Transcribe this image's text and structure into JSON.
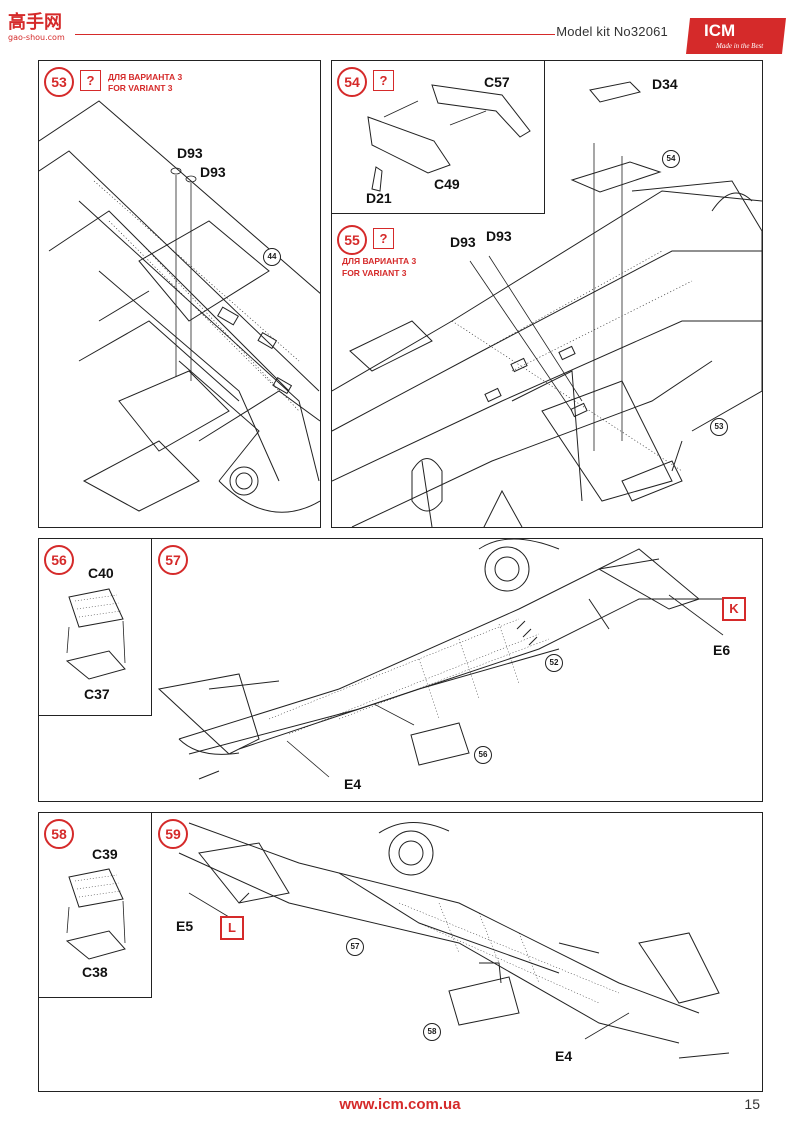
{
  "header": {
    "title": "Model kit No32061",
    "brand": "ICM",
    "brand_tagline": "Made in the Best",
    "watermark_top": "高手网",
    "watermark_bottom": "gao-shou.com"
  },
  "steps": {
    "s53": {
      "num": "53",
      "q": "?",
      "variant_ru": "ДЛЯ ВАРИАНТА 3",
      "variant_en": "FOR VARIANT 3",
      "parts": [
        "D93",
        "D93"
      ],
      "ref": "44"
    },
    "s54": {
      "num": "54",
      "q": "?",
      "parts": [
        "C57",
        "D21",
        "C49",
        "D34"
      ],
      "ref": "54"
    },
    "s55": {
      "num": "55",
      "q": "?",
      "variant_ru": "ДЛЯ ВАРИАНТА 3",
      "variant_en": "FOR VARIANT 3",
      "parts": [
        "D93",
        "D93"
      ],
      "ref": "53"
    },
    "s56": {
      "num": "56",
      "parts": [
        "C40",
        "C37"
      ]
    },
    "s57": {
      "num": "57",
      "parts": [
        "E6",
        "E4"
      ],
      "mark": "K",
      "refs": [
        "52",
        "56"
      ]
    },
    "s58": {
      "num": "58",
      "parts": [
        "C39",
        "C38"
      ]
    },
    "s59": {
      "num": "59",
      "parts": [
        "E5",
        "E4"
      ],
      "mark": "L",
      "refs": [
        "57",
        "58"
      ]
    }
  },
  "footer": {
    "url": "www.icm.com.ua",
    "page": "15"
  },
  "colors": {
    "accent": "#d52a2a",
    "line": "#222222"
  }
}
